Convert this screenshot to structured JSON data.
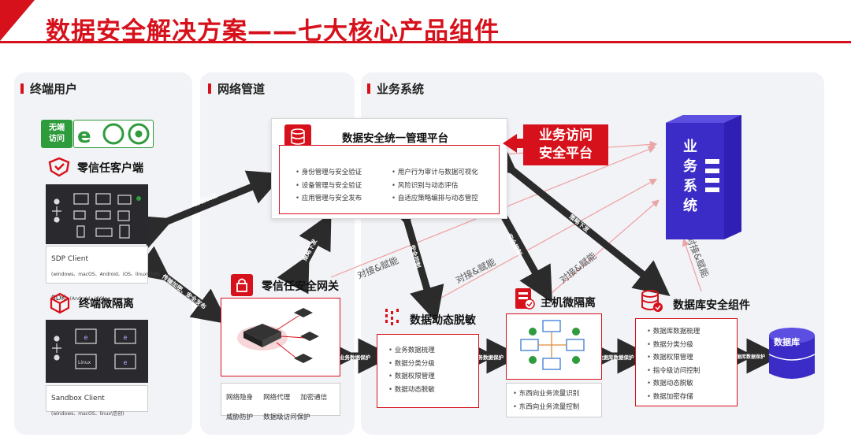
{
  "title": "数据安全解决方案——七大核心产品组件",
  "zones": {
    "terminal": "终端用户",
    "network": "网络管道",
    "business": "业务系统"
  },
  "terminal": {
    "no_client": "无端\n访问",
    "zero_trust_client": {
      "title": "零信任客户端",
      "items": [
        "SDP Client",
        "SDK"
      ],
      "item_notes": [
        "(windows、macOS、Android、iOS、linux\\信创)",
        "(Android、iOS)"
      ]
    },
    "micro_isolation": {
      "title": "终端微隔离",
      "items": [
        "Sandbox Client"
      ],
      "item_notes": [
        "(windows、macOS、linux\\信创)"
      ],
      "screen_labels": [
        "Linux"
      ]
    }
  },
  "platform": {
    "title": "数据安全统一管理平台",
    "left_items": [
      "身份管理与安全验证",
      "设备管理与安全验证",
      "应用管理与安全发布"
    ],
    "right_items": [
      "用户行为审计与数据可视化",
      "风险识别与动态评估",
      "自适应策略编排与动态管控"
    ]
  },
  "access_platform": "业务访问\n安全平台",
  "business_server": "业\n务\n系\n统",
  "gateway": {
    "title": "零信任安全网关",
    "features": [
      "网络隐身",
      "网络代理",
      "加密通信",
      "威胁防护",
      "数据级访问保护"
    ]
  },
  "masking": {
    "title": "数据动态脱敏",
    "items": [
      "业务数据梳理",
      "数据分类分级",
      "数据权限管理",
      "数据动态脱敏"
    ]
  },
  "host": {
    "title": "主机微隔离",
    "items": [
      "东西向业务流量识别",
      "东西向业务流量控制"
    ]
  },
  "db_component": {
    "title": "数据库安全组件",
    "items": [
      "数据库数据梳理",
      "数据分类分级",
      "数据权限管理",
      "指令级访问控制",
      "数据动态脱敏",
      "数据加密存储"
    ]
  },
  "database": "数据库",
  "arrow_labels": {
    "identity_auth": "身份认证",
    "transport": "传输加密、安全发布",
    "policy": "策略下发",
    "security_control": "安全控制",
    "business_protect": "业务数据保护",
    "db_protect": "数据库数据保护"
  },
  "flow_labels": [
    "对接&赋能",
    "对接&赋能",
    "对接&赋能",
    "对接&赋能"
  ],
  "colors": {
    "accent": "#d7111b",
    "server": "#3b2cc8",
    "arrow": "#2b2b2b",
    "dark_panel": "#2a2a2e"
  }
}
